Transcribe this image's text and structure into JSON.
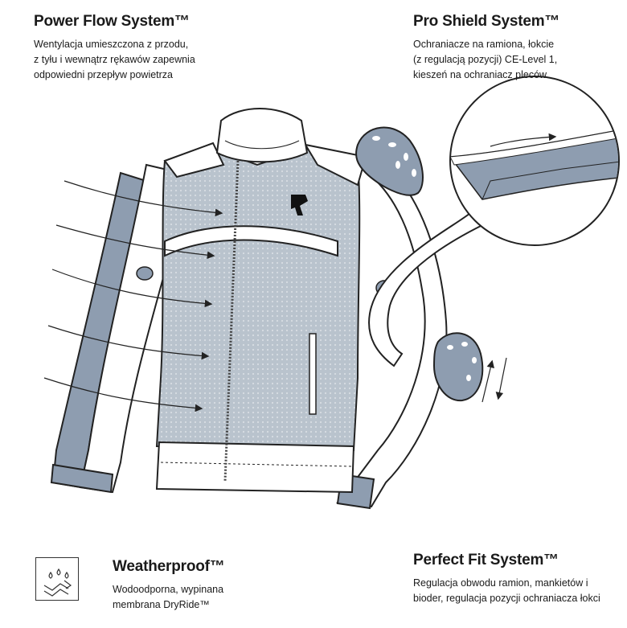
{
  "features": {
    "power_flow": {
      "title": "Power Flow System™",
      "lines": [
        "Wentylacja umieszczona z przodu,",
        "z tyłu i wewnątrz rękawów zapewnia",
        "odpowiedni przepływ powietrza"
      ]
    },
    "pro_shield": {
      "title": "Pro Shield System™",
      "lines": [
        "Ochraniacze na ramiona, łokcie",
        "(z regulacją pozycji) CE-Level 1,",
        "kieszeń na ochraniacz pleców"
      ]
    },
    "weatherproof": {
      "title": "Weatherproof™",
      "lines": [
        "Wodoodporna, wypinana",
        "membrana DryRide™"
      ],
      "icon": "water-drops-icon"
    },
    "perfect_fit": {
      "title": "Perfect Fit System™",
      "lines": [
        "Regulacja obwodu ramion, mankietów i",
        "bioder, regulacja pozycji ochraniacza łokci"
      ]
    }
  },
  "colors": {
    "mesh": "#b9c3cd",
    "protector": "#8e9db0",
    "outline": "#222222",
    "jacket_white": "#ffffff",
    "lining": "#eceff2"
  }
}
